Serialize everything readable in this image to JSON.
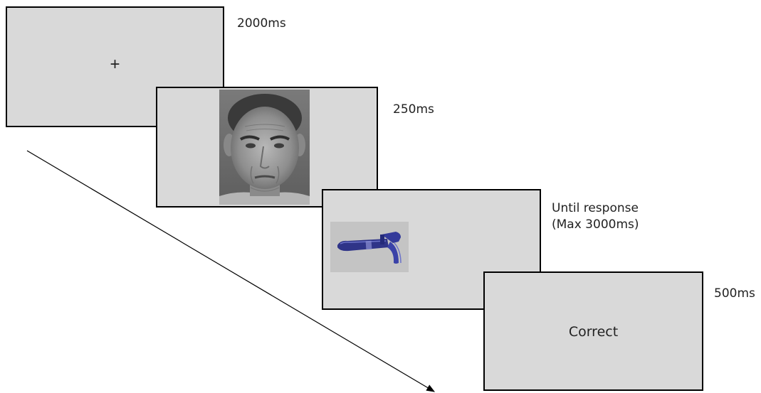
{
  "screens": [
    {
      "stimulus": "+",
      "duration": "2000ms"
    },
    {
      "stimulus_icon": "face-photo",
      "duration": "250ms"
    },
    {
      "stimulus_icon": "hammer-icon",
      "duration_line1": "Until response",
      "duration_line2": "(Max 3000ms)"
    },
    {
      "stimulus": "Correct",
      "duration": "500ms"
    }
  ],
  "colors": {
    "screen_fill": "#d9d9d9",
    "screen_border": "#000000",
    "hammer_blue": "#3a3f9e"
  }
}
